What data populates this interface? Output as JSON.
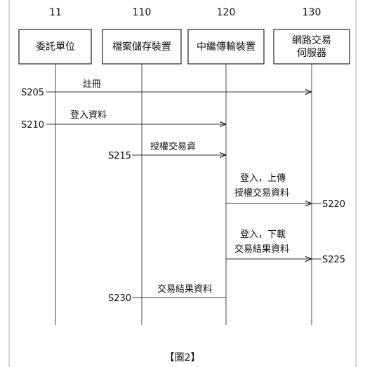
{
  "figure_caption": "【圖2】",
  "entities": [
    {
      "id": "11",
      "label_lines": [
        "委託單位"
      ]
    },
    {
      "id": "110",
      "label_lines": [
        "檔案儲存裝置"
      ]
    },
    {
      "id": "120",
      "label_lines": [
        "中繼傳輸裝置"
      ]
    },
    {
      "id": "130",
      "label_lines": [
        "網路交易",
        "伺服器"
      ]
    }
  ],
  "messages": [
    {
      "step": "S205",
      "from": "11",
      "to": "130",
      "label_lines": [
        "註冊"
      ]
    },
    {
      "step": "S210",
      "from": "11",
      "to": "120",
      "label_lines": [
        "登入資料"
      ]
    },
    {
      "step": "S215",
      "from": "110",
      "to": "120",
      "label_lines": [
        "授權交易資"
      ]
    },
    {
      "step": "S220",
      "from": "120",
      "to": "130",
      "label_lines": [
        "登入，上傳",
        "授權交易資料"
      ]
    },
    {
      "step": "S225",
      "from": "120",
      "to": "130",
      "label_lines": [
        "登入，下載",
        "交易結果資料"
      ]
    },
    {
      "step": "S230",
      "from": "120",
      "to": "110",
      "label_lines": [
        "交易結果資料"
      ]
    }
  ]
}
